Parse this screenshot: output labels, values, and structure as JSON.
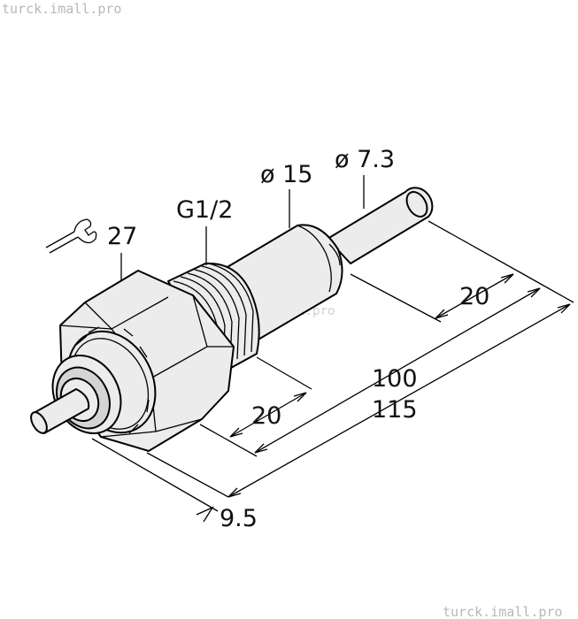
{
  "watermarks": {
    "top_left": "turck.imall.pro",
    "center": "turck.imall.pro",
    "bottom_right": "turck.imall.pro"
  },
  "dimensions": {
    "wrench_size": "27",
    "thread": "G1/2",
    "body_diameter": "ø 15",
    "tip_diameter": "ø 7.3",
    "tip_length": "20",
    "thread_length": "20",
    "probe_length": "100",
    "total_length": "115",
    "nut_offset": "9.5"
  },
  "icons": {
    "wrench": "wrench-icon"
  },
  "colors": {
    "metal": "#ececec",
    "line": "#000000",
    "background": "#ffffff",
    "watermark": "#b8b8b8"
  }
}
